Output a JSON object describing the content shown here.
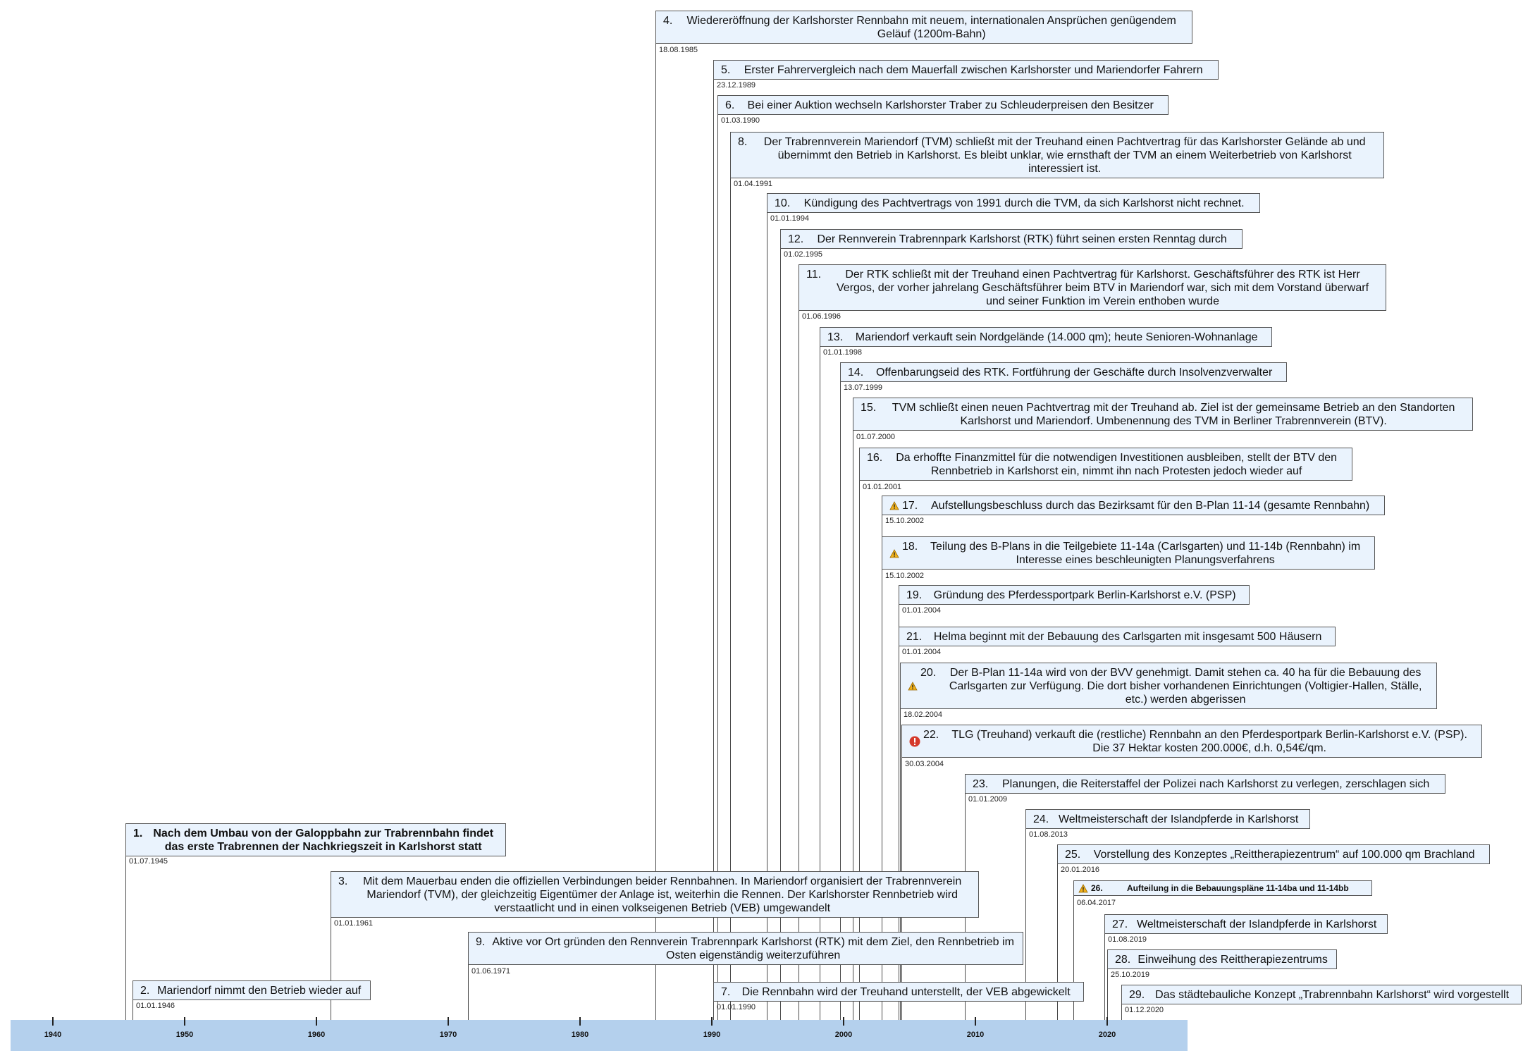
{
  "timeline": {
    "axis": {
      "ticks": [
        "1940",
        "1950",
        "1960",
        "1970",
        "1980",
        "1990",
        "2000",
        "2010",
        "2020"
      ]
    },
    "events": [
      {
        "id": "1",
        "number": "1.",
        "text": "Nach dem Umbau von der Galoppbahn zur Trabrennbahn findet das erste Trabrennen der Nachkriegszeit in Karlshorst statt",
        "date": "01.07.1945",
        "icon": "",
        "bold": true
      },
      {
        "id": "2",
        "number": "2.",
        "text": "Mariendorf nimmt den Betrieb wieder auf",
        "date": "01.01.1946",
        "icon": ""
      },
      {
        "id": "3",
        "number": "3.",
        "text": "Mit dem Mauerbau enden die offiziellen Verbindungen beider Rennbahnen. In Mariendorf organisiert der Trabrennverein Mariendorf (TVM), der gleichzeitig Eigentümer der Anlage ist, weiterhin die Rennen. Der Karlshorster Rennbetrieb wird verstaatlicht und in einen volkseigenen Betrieb (VEB) umgewandelt",
        "date": "01.01.1961",
        "icon": ""
      },
      {
        "id": "9",
        "number": "9.",
        "text": "Aktive vor Ort gründen den Rennverein Trabrennpark Karlshorst (RTK) mit dem Ziel, den Rennbetrieb im Osten eigenständig weiterzuführen",
        "date": "01.06.1971",
        "icon": ""
      },
      {
        "id": "4",
        "number": "4.",
        "text": "Wiedereröffnung der Karlshorster Rennbahn mit neuem, internationalen Ansprüchen genügendem Geläuf (1200m-Bahn)",
        "date": "18.08.1985",
        "icon": ""
      },
      {
        "id": "5",
        "number": "5.",
        "text": "Erster Fahrervergleich nach dem Mauerfall zwischen Karlshorster und Mariendorfer Fahrern",
        "date": "23.12.1989",
        "icon": ""
      },
      {
        "id": "7",
        "number": "7.",
        "text": "Die Rennbahn wird der Treuhand unterstellt, der VEB abgewickelt",
        "date": "01.01.1990",
        "icon": ""
      },
      {
        "id": "6",
        "number": "6.",
        "text": "Bei einer Auktion wechseln Karlshorster Traber zu Schleuderpreisen den Besitzer",
        "date": "01.03.1990",
        "icon": ""
      },
      {
        "id": "8",
        "number": "8.",
        "text": "Der Trabrennverein Mariendorf (TVM) schließt mit der Treuhand einen Pachtvertrag für das Karlshorster Gelände ab und übernimmt den Betrieb in Karlshorst. Es bleibt unklar, wie ernsthaft der TVM an einem Weiterbetrieb von Karlshorst interessiert ist.",
        "date": "01.04.1991",
        "icon": ""
      },
      {
        "id": "10",
        "number": "10.",
        "text": "Kündigung des Pachtvertrags von 1991 durch die TVM, da sich Karlshorst nicht rechnet.",
        "date": "01.01.1994",
        "icon": ""
      },
      {
        "id": "12",
        "number": "12.",
        "text": "Der Rennverein Trabrennpark Karlshorst (RTK) führt seinen ersten Renntag durch",
        "date": "01.02.1995",
        "icon": ""
      },
      {
        "id": "11",
        "number": "11.",
        "text": "Der RTK schließt mit der Treuhand einen Pachtvertrag für Karlshorst. Geschäftsführer des RTK ist Herr Vergos, der vorher jahrelang Geschäftsführer beim BTV in Mariendorf war, sich mit dem Vorstand überwarf und seiner Funktion im Verein enthoben wurde",
        "date": "01.06.1996",
        "icon": ""
      },
      {
        "id": "13",
        "number": "13.",
        "text": "Mariendorf verkauft sein Nordgelände (14.000 qm); heute Senioren-Wohnanlage",
        "date": "01.01.1998",
        "icon": ""
      },
      {
        "id": "14",
        "number": "14.",
        "text": "Offenbarungseid des RTK. Fortführung der Geschäfte durch Insolvenzverwalter",
        "date": "13.07.1999",
        "icon": ""
      },
      {
        "id": "15",
        "number": "15.",
        "text": "TVM schließt einen neuen Pachtvertrag mit der Treuhand ab. Ziel ist der gemeinsame Betrieb an den Standorten Karlshorst und Mariendorf. Umbenennung des TVM in Berliner Trabrennverein (BTV).",
        "date": "01.07.2000",
        "icon": ""
      },
      {
        "id": "16",
        "number": "16.",
        "text": "Da erhoffte Finanzmittel für die notwendigen Investitionen ausbleiben, stellt der BTV den Rennbetrieb in Karlshorst ein, nimmt ihn nach Protesten jedoch wieder auf",
        "date": "01.01.2001",
        "icon": ""
      },
      {
        "id": "17",
        "number": "17.",
        "text": "Aufstellungsbeschluss durch das Bezirksamt für den B-Plan 11-14 (gesamte Rennbahn)",
        "date": "15.10.2002",
        "icon": "warning-icon"
      },
      {
        "id": "18",
        "number": "18.",
        "text": "Teilung des B-Plans in die Teilgebiete 11-14a (Carlsgarten) und 11-14b (Rennbahn) im Interesse eines beschleunigten Planungsverfahrens",
        "date": "15.10.2002",
        "icon": "warning-icon"
      },
      {
        "id": "19",
        "number": "19.",
        "text": "Gründung des Pferdessportpark Berlin-Karlshorst e.V. (PSP)",
        "date": "01.01.2004",
        "icon": ""
      },
      {
        "id": "21",
        "number": "21.",
        "text": "Helma beginnt mit der Bebauung des Carlsgarten mit insgesamt 500 Häusern",
        "date": "01.01.2004",
        "icon": ""
      },
      {
        "id": "20",
        "number": "20.",
        "text": "Der B-Plan 11-14a wird von der BVV genehmigt. Damit stehen ca. 40 ha für die Bebauung des Carlsgarten zur Verfügung. Die dort bisher vorhandenen Einrichtungen (Voltigier-Hallen, Ställe, etc.) werden abgerissen",
        "date": "18.02.2004",
        "icon": "warning-icon"
      },
      {
        "id": "22",
        "number": "22.",
        "text": "TLG (Treuhand) verkauft die (restliche) Rennbahn an den Pferdesportpark Berlin-Karlshorst e.V. (PSP). Die 37 Hektar kosten 200.000€, d.h. 0,54€/qm.",
        "date": "30.03.2004",
        "icon": "alert-icon"
      },
      {
        "id": "23",
        "number": "23.",
        "text": "Planungen, die Reiterstaffel der Polizei nach Karlshorst zu verlegen, zerschlagen sich",
        "date": "01.01.2009",
        "icon": ""
      },
      {
        "id": "24",
        "number": "24.",
        "text": "Weltmeisterschaft der Islandpferde in Karlshorst",
        "date": "01.08.2013",
        "icon": ""
      },
      {
        "id": "25",
        "number": "25.",
        "text": "Vorstellung des Konzeptes „Reittherapiezentrum“ auf 100.000 qm Brachland",
        "date": "20.01.2016",
        "icon": ""
      },
      {
        "id": "26",
        "number": "26.",
        "text": "Aufteilung in die Bebauungspläne 11-14ba und 11-14bb",
        "date": "06.04.2017",
        "icon": "warning-icon",
        "bold": true,
        "small": true
      },
      {
        "id": "27",
        "number": "27.",
        "text": "Weltmeisterschaft der Islandpferde in Karlshorst",
        "date": "01.08.2019",
        "icon": ""
      },
      {
        "id": "28",
        "number": "28.",
        "text": "Einweihung des Reittherapiezentrums",
        "date": "25.10.2019",
        "icon": ""
      },
      {
        "id": "29",
        "number": "29.",
        "text": "Das städtebauliche Konzept „Trabrennbahn Karlshorst“ wird vorgestellt",
        "date": "01.12.2020",
        "icon": ""
      }
    ]
  }
}
